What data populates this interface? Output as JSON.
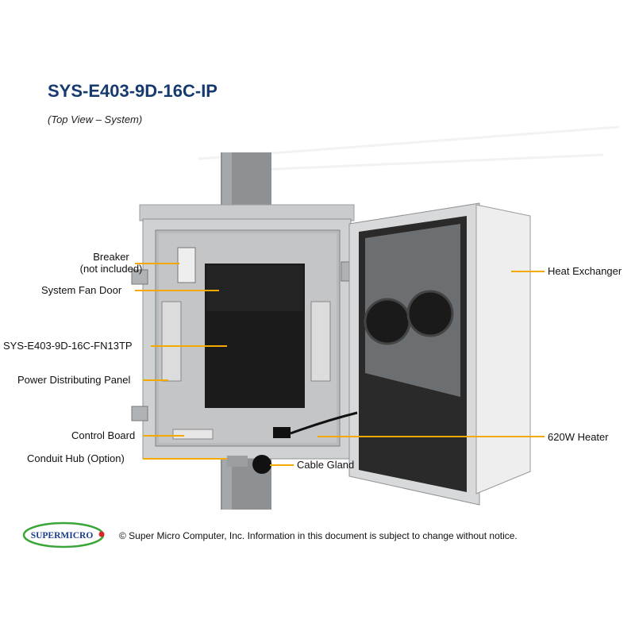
{
  "document": {
    "title": "SYS-E403-9D-16C-IP",
    "subtitle": "(Top View – System)"
  },
  "callouts": {
    "breaker_line1": "Breaker",
    "breaker_line2": "(not included)",
    "system_fan_door": "System Fan Door",
    "server_node": "SYS-E403-9D-16C-FN13TP",
    "power_distributing_panel": "Power Distributing Panel",
    "control_board": "Control Board",
    "conduit_hub": "Conduit Hub (Option)",
    "cable_gland": "Cable Gland",
    "heat_exchanger": "Heat Exchanger",
    "heater": "620W Heater"
  },
  "footer": {
    "logo_text": "SUPERMICRO",
    "notice": "© Super Micro Computer, Inc. Information in this document is subject to change without notice."
  },
  "colors": {
    "title": "#163a6e",
    "leader_lines": "#f5a800",
    "logo_blue": "#1a3c8c",
    "logo_green": "#3aa63a",
    "logo_red": "#d8242a"
  }
}
